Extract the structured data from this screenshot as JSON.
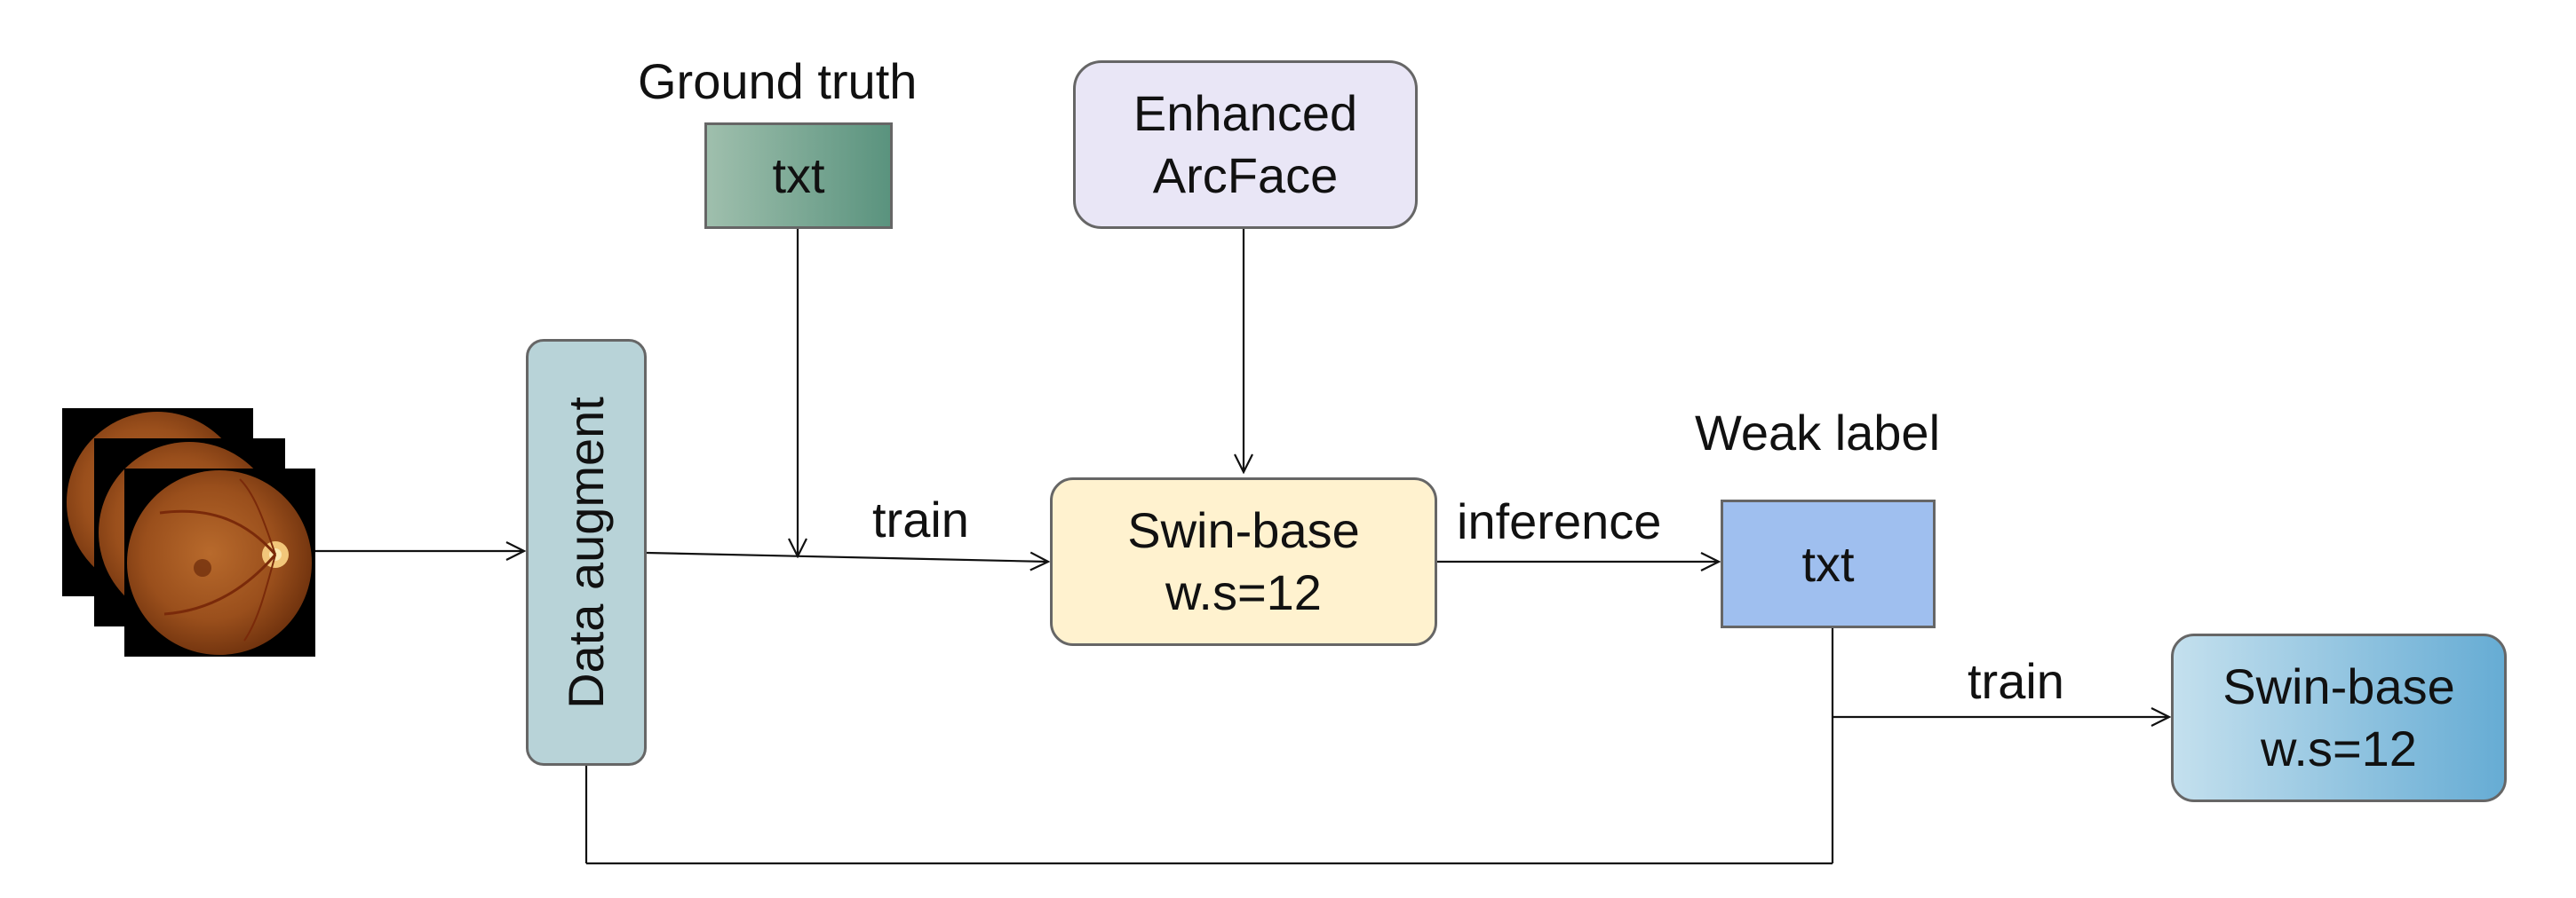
{
  "ground_truth": {
    "label": "Ground truth",
    "box_text": "txt"
  },
  "arcface": {
    "line1": "Enhanced",
    "line2": "ArcFace"
  },
  "augment": {
    "label": "Data augment"
  },
  "swin_main": {
    "line1": "Swin-base",
    "line2": "w.s=12"
  },
  "weak_label": {
    "label": "Weak label",
    "box_text": "txt"
  },
  "swin_student": {
    "line1": "Swin-base",
    "line2": "w.s=12"
  },
  "edges": {
    "train_1": "train",
    "inference": "inference",
    "train_2": "train"
  },
  "colors": {
    "ground_truth_box": [
      "#9fbfad",
      "#5a937e"
    ],
    "arcface_box": "#e9e6f6",
    "augment_box": "#b8d3d8",
    "swin_main_box": "#fff2cf",
    "weak_label_box": "#9fbfef",
    "swin_student_box": [
      "#c4e0ee",
      "#66acd4"
    ],
    "stroke": "#555555",
    "line": "#111111"
  },
  "icons": {
    "fundus_stack": "retina-fundus-images"
  }
}
